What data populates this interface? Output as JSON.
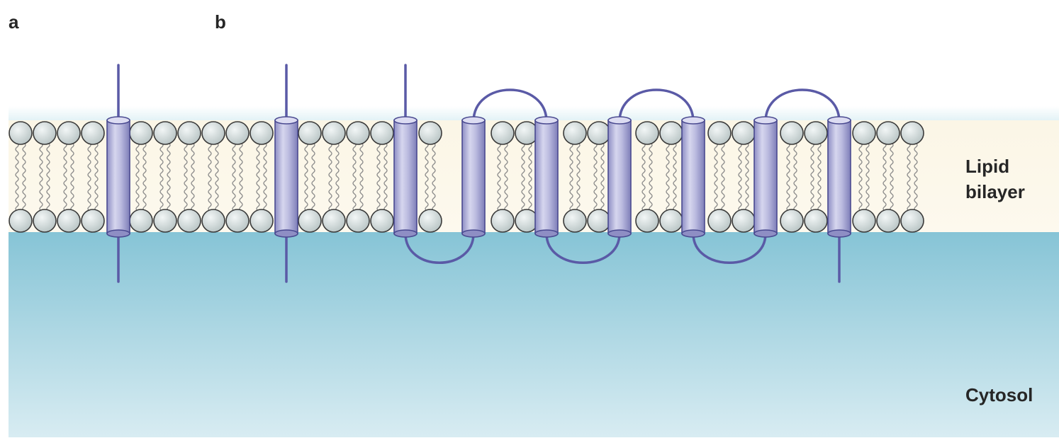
{
  "panel_labels": [
    "a",
    "b"
  ],
  "region_labels": {
    "lipid_bilayer_line1": "Lipid",
    "lipid_bilayer_line2": "bilayer",
    "cytosol": "Cytosol"
  },
  "colors": {
    "protein_fill": "#b4b4dc",
    "protein_stroke": "#4a4a90",
    "chain": "#5a5aa6",
    "head_fill": "#d4dcdc",
    "head_stroke": "#3a3a3a",
    "tail": "#8a8a8a",
    "cytosol_top": "#86c4d6",
    "cytosol_bottom": "#d8ecf2"
  },
  "structures": [
    {
      "panel": "a",
      "type": "single-pass transmembrane protein"
    },
    {
      "panel": "b",
      "type": "single-pass transmembrane protein"
    },
    {
      "panel": "b",
      "type": "multipass transmembrane protein",
      "helices": 7
    }
  ]
}
